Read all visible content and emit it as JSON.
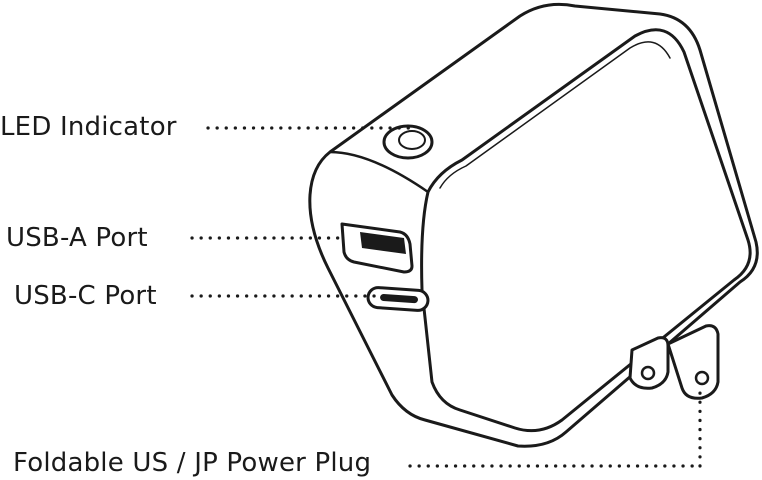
{
  "callouts": {
    "led": "LED Indicator",
    "usb_a": "USB-A Port",
    "usb_c": "USB-C Port",
    "plug": "Foldable US / JP Power Plug"
  },
  "colors": {
    "line": "#1a1a1a",
    "background": "#ffffff"
  }
}
